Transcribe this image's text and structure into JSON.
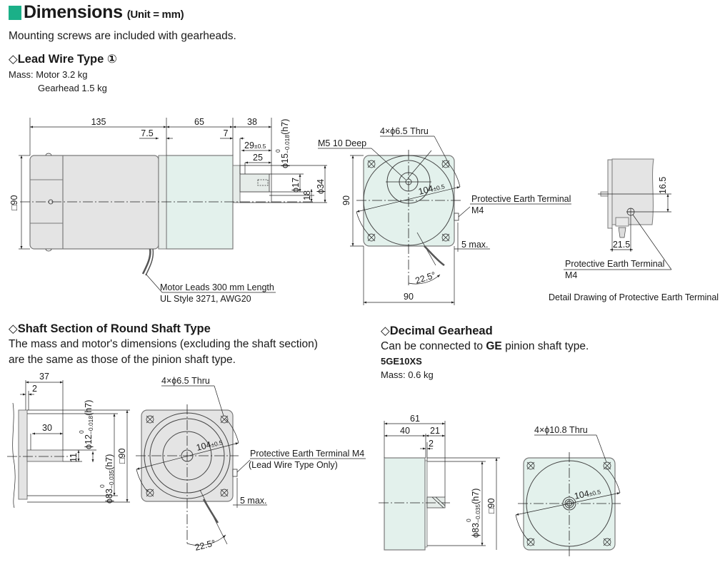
{
  "header": {
    "title": "Dimensions",
    "unit_note": "(Unit = mm)",
    "accent_color": "#1bb088",
    "intro": "Mounting screws are included with gearheads."
  },
  "lead_wire": {
    "heading": "◇Lead Wire Type ①",
    "mass_label": "Mass: Motor 3.2 kg",
    "mass_gearhead": "Gearhead 1.5 kg",
    "side_view": {
      "d135": "135",
      "d65": "65",
      "d38": "38",
      "d7_5": "7.5",
      "d7": "7",
      "d29": "29",
      "d29_tol": "±0.5",
      "d25": "25",
      "d15": "ϕ15",
      "d15_tol_upper": "0",
      "d15_tol_lower": "−0.018",
      "d15_fit": "(h7)",
      "d17": "ϕ17",
      "d18": "18",
      "d34": "ϕ34",
      "sq90": "□90",
      "leads_line1": "Motor Leads 300 mm Length",
      "leads_line2": "UL Style 3271, AWG20"
    },
    "front_view": {
      "holes": "4×ϕ6.5 Thru",
      "tap": "M5 10 Deep",
      "pcd": "104",
      "pcd_tol": "±0.5",
      "pe_terminal": "Protective Earth Terminal",
      "pe_size": "M4",
      "d90_v": "90",
      "d90_h": "90",
      "five_max": "5 max.",
      "angle": "22.5°"
    },
    "detail": {
      "d16_5": "16.5",
      "d21_5": "21.5",
      "pe_terminal": "Protective Earth Terminal",
      "pe_size": "M4",
      "caption": "Detail Drawing of Protective Earth Terminal"
    }
  },
  "round_shaft": {
    "heading": "◇Shaft Section of Round Shaft Type",
    "desc_line1": "The mass and motor's dimensions (excluding the shaft section)",
    "desc_line2": "are the same as those of the pinion shaft type.",
    "side_view": {
      "d37": "37",
      "d2": "2",
      "d30": "30",
      "d11": "11",
      "d12": "ϕ12",
      "d12_tol_upper": "0",
      "d12_tol_lower": "−0.018",
      "d12_fit": "(h7)",
      "d83": "ϕ83",
      "d83_tol_upper": "0",
      "d83_tol_lower": "−0.035",
      "d83_fit": "(h7)",
      "sq90": "□90"
    },
    "front_view": {
      "holes": "4×ϕ6.5 Thru",
      "pcd": "104",
      "pcd_tol": "±0.5",
      "pe_terminal": "Protective Earth Terminal M4",
      "pe_note": "(Lead Wire Type Only)",
      "five_max": "5 max.",
      "angle": "22.5°"
    }
  },
  "decimal_gearhead": {
    "heading": "◇Decimal Gearhead",
    "desc_prefix": "Can be connected to ",
    "desc_bold": "GE",
    "desc_suffix": " pinion shaft type.",
    "model": "5GE10XS",
    "mass": "Mass: 0.6 kg",
    "side_view": {
      "d61": "61",
      "d40": "40",
      "d21": "21",
      "d2": "2",
      "d83": "ϕ83",
      "d83_tol_upper": "0",
      "d83_tol_lower": "−0.035",
      "d83_fit": "(h7)",
      "sq90": "□90"
    },
    "front_view": {
      "holes": "4×ϕ10.8 Thru",
      "pcd": "104",
      "pcd_tol": "±0.5"
    }
  }
}
